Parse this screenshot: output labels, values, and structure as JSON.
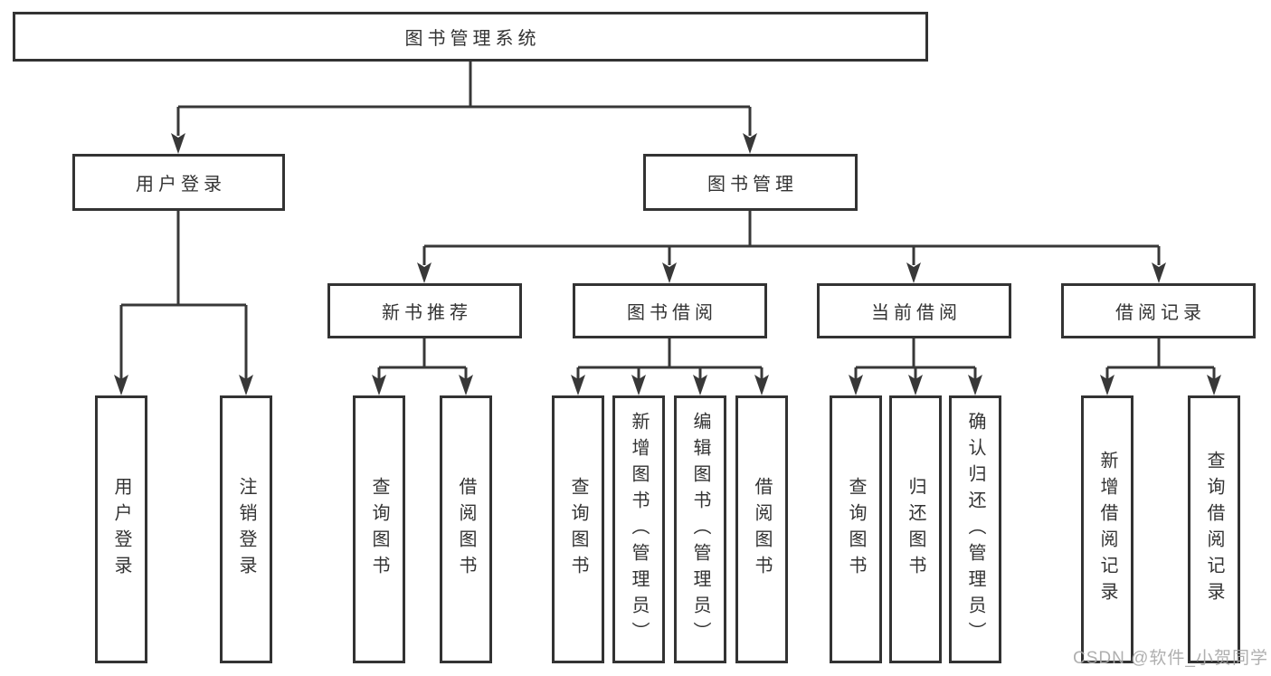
{
  "diagram": {
    "title": "图书管理系统",
    "level2": [
      {
        "label": "用户登录"
      },
      {
        "label": "图书管理"
      }
    ],
    "level3": [
      {
        "label": "新书推荐"
      },
      {
        "label": "图书借阅"
      },
      {
        "label": "当前借阅"
      },
      {
        "label": "借阅记录"
      }
    ],
    "leaves": {
      "user": [
        "用户登录",
        "注销登录"
      ],
      "new_books": [
        "查询图书",
        "借阅图书"
      ],
      "borrow": [
        "查询图书",
        "新增图书（管理员）",
        "编辑图书（管理员）",
        "借阅图书"
      ],
      "current": [
        "查询图书",
        "归还图书",
        "确认归还（管理员）"
      ],
      "records": [
        "新增借阅记录",
        "查询借阅记录"
      ]
    }
  },
  "watermark": {
    "text": "CSDN @软件_小贺同学"
  },
  "colors": {
    "line": "#383838",
    "box_border": "#333333",
    "text": "#333333",
    "watermark": "#a8a8a8",
    "background": "#ffffff"
  }
}
